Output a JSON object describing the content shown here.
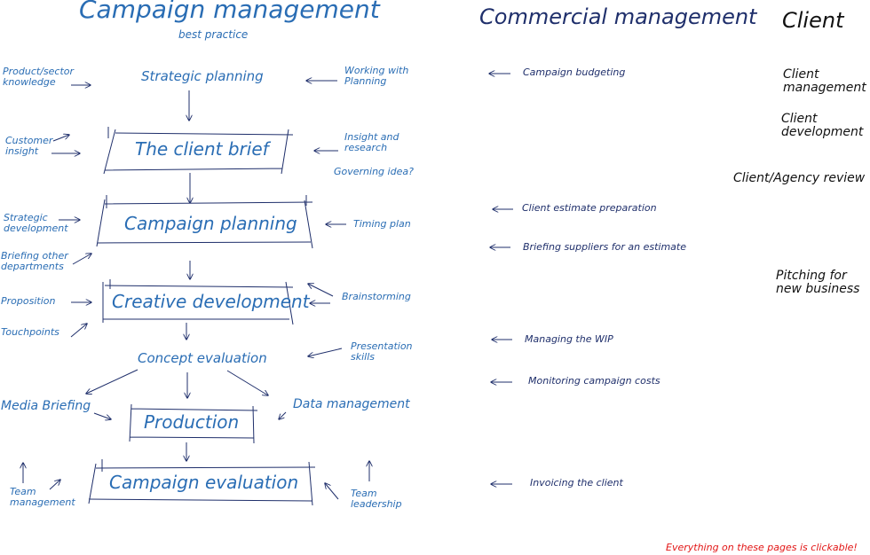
{
  "title": "Campaign management",
  "subtitle": "best practice",
  "columns": {
    "commercial": "Commercial management",
    "client": "Client"
  },
  "flow": {
    "strategic_planning": "Strategic planning",
    "client_brief": "The client brief",
    "campaign_planning": "Campaign planning",
    "creative_development": "Creative development",
    "concept_evaluation": "Concept evaluation",
    "production": "Production",
    "campaign_evaluation": "Campaign evaluation"
  },
  "left_inputs": {
    "product_knowledge": [
      "Product/sector",
      "knowledge"
    ],
    "customer_insight": [
      "Customer",
      "insight"
    ],
    "strategic_development": [
      "Strategic",
      "development"
    ],
    "briefing_departments": [
      "Briefing other",
      "departments"
    ],
    "proposition": "Proposition",
    "touchpoints": "Touchpoints",
    "media_briefing": "Media Briefing",
    "team_management": [
      "Team",
      "management"
    ]
  },
  "right_inputs": {
    "working_with_planning": [
      "Working with",
      "Planning"
    ],
    "insight_research": [
      "Insight and",
      "research"
    ],
    "governing_idea": "Governing idea?",
    "timing_plan": "Timing plan",
    "brainstorming": "Brainstorming",
    "presentation_skills": [
      "Presentation",
      "skills"
    ],
    "data_management": "Data management",
    "team_leadership": [
      "Team",
      "leadership"
    ]
  },
  "commercial_items": {
    "campaign_budgeting": "Campaign budgeting",
    "client_estimate": "Client estimate preparation",
    "briefing_suppliers": "Briefing suppliers for an estimate",
    "managing_wip": "Managing the WIP",
    "monitoring_costs": "Monitoring campaign costs",
    "invoicing": "Invoicing the client"
  },
  "client_items": {
    "client_management": [
      "Client",
      "management"
    ],
    "client_development": [
      "Client",
      "development"
    ],
    "client_agency_review": "Client/Agency review",
    "pitching": [
      "Pitching for",
      "new business"
    ]
  },
  "footer_note": "Everything on these pages is clickable!",
  "colors": {
    "title_blue": "#2a6db4",
    "navy": "#1f2f6b",
    "note_red": "#e21515"
  }
}
